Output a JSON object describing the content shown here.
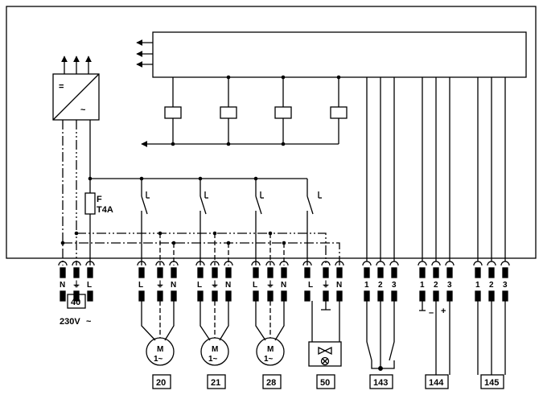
{
  "fuse": {
    "line1": "F",
    "line2": "T4A"
  },
  "supply": {
    "box": "40",
    "voltage": "230V",
    "voltage_symbol": "~",
    "terminals": [
      "N",
      "⏚",
      "L"
    ]
  },
  "converter": {
    "dc": "=",
    "ac": "~"
  },
  "motors": [
    {
      "box": "20",
      "m": "M",
      "phase": "1~",
      "terminals": [
        "L",
        "⏚",
        "N"
      ]
    },
    {
      "box": "21",
      "m": "M",
      "phase": "1~",
      "terminals": [
        "L",
        "⏚",
        "N"
      ]
    },
    {
      "box": "28",
      "m": "M",
      "phase": "1~",
      "terminals": [
        "L",
        "⏚",
        "N"
      ]
    }
  ],
  "valve": {
    "box": "50",
    "terminals": [
      "L",
      "⏚",
      "N"
    ]
  },
  "connectors": [
    {
      "box": "143",
      "terminals": [
        "1",
        "2",
        "3"
      ]
    },
    {
      "box": "144",
      "terminals": [
        "1",
        "2",
        "3"
      ],
      "minus": "–",
      "plus": "+"
    },
    {
      "box": "145",
      "terminals": [
        "1",
        "2",
        "3"
      ]
    }
  ]
}
